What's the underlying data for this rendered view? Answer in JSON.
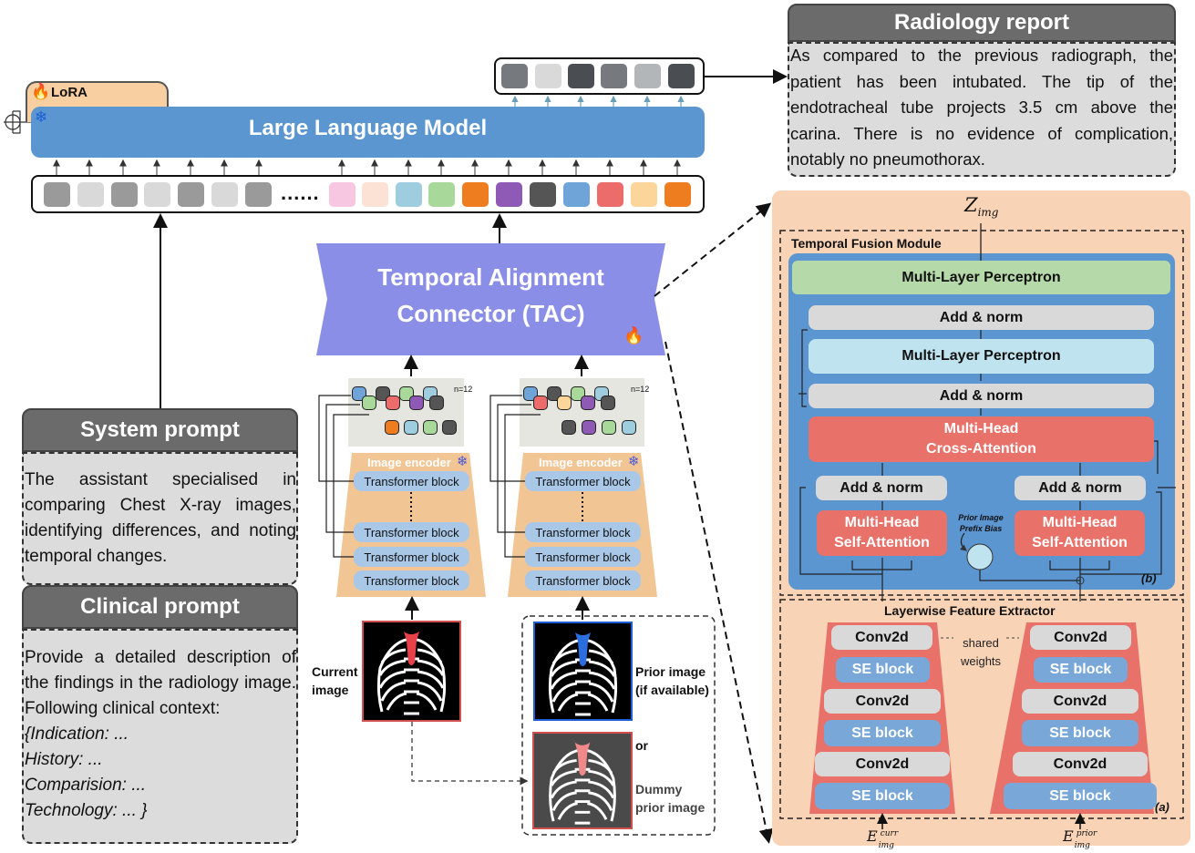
{
  "radiology_report": {
    "title": "Radiology report",
    "text": "As compared to the previous radiograph, the patient has been intubated. The tip of the endotracheal tube projects 3.5 cm above the carina. There is no evidence of complication, notably no pneumothorax."
  },
  "llm": {
    "lora_label": "LoRA",
    "title": "Large Language Model",
    "ellipsis": "......"
  },
  "tac": {
    "line1": "Temporal Alignment",
    "line2": "Connector (TAC)"
  },
  "system_prompt": {
    "title": "System prompt",
    "text": "The assistant specialised in comparing Chest X-ray images, identifying differences, and noting temporal changes."
  },
  "clinical_prompt": {
    "title": "Clinical prompt",
    "intro": "Provide a detailed description of the findings in the radiology image. Following clinical context:",
    "fields": [
      "{Indication: ...",
      "History: ...",
      "Comparision: ...",
      "Technology: ... }"
    ]
  },
  "encoder": {
    "label": "Image encoder",
    "block": "Transformer block",
    "n_label": "n=12"
  },
  "images": {
    "current": "Current image",
    "prior": "Prior image (if available)",
    "or": "or",
    "dummy": "Dummy prior image"
  },
  "fusion": {
    "z_label": "Z",
    "z_sub": "img",
    "module_title": "Temporal Fusion Module",
    "mlp_top": "Multi-Layer Perceptron",
    "add_norm": "Add & norm",
    "mlp_mid": "Multi-Layer Perceptron",
    "cross_attn_1": "Multi-Head",
    "cross_attn_2": "Cross-Attention",
    "self_attn_1": "Multi-Head",
    "self_attn_2": "Self-Attention",
    "prior_bias_1": "Prior Image",
    "prior_bias_2": "Prefix Bias",
    "tag_b": "(b)"
  },
  "extractor": {
    "title": "Layerwise Feature Extractor",
    "conv": "Conv2d",
    "se": "SE block",
    "shared_1": "shared",
    "shared_2": "weights",
    "tag_a": "(a)",
    "e_curr": "E",
    "e_curr_sup": "curr",
    "e_prior": "E",
    "e_prior_sup": "prior",
    "e_sub": "img"
  },
  "colors": {
    "llm_blue": "#5b96d1",
    "tac_purple": "#8b8ee6",
    "lora_orange": "#f8cfa0",
    "fusion_bg": "#f8d3b6",
    "mlp_green": "#b5d9a8",
    "mlp_light": "#bfe3ef",
    "attn_red": "#e8716a",
    "norm_gray": "#d9d9d9",
    "se_blue": "#79a8d8"
  },
  "tokens_top": [
    "#767a7e",
    "#d9d9d9",
    "#4a4e52",
    "#767a7e",
    "#b3b6b9",
    "#4a4e52"
  ],
  "tokens_row": [
    "#9a9a9a",
    "#d9d9d9",
    "#9a9a9a",
    "#d9d9d9",
    "#9a9a9a",
    "#d9d9d9",
    "#9a9a9a",
    "#f7c6e1",
    "#fbe2d4",
    "#9ecde0",
    "#a9d99a",
    "#ee7d1f",
    "#8f5ab5",
    "#555555",
    "#6fa4d8",
    "#ec6b6b",
    "#fbd59a",
    "#ee7d1f"
  ]
}
